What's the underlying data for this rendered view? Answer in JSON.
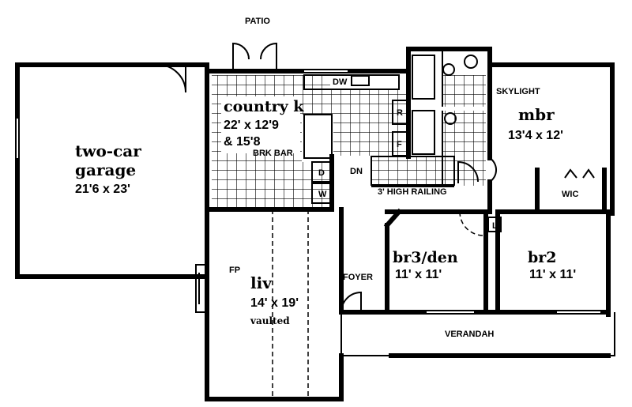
{
  "plan": {
    "patio": "PATIO",
    "garage": {
      "name_line1": "two-car",
      "name_line2": "garage",
      "size": "21'6 x 23'"
    },
    "kitchen": {
      "name": "country k",
      "size_line1": "22' x 12'9",
      "size_line2": "& 15'8",
      "bar": "BRK BAR",
      "dw": "DW",
      "ref": "R",
      "freezer": "F",
      "dryer": "D",
      "washer": "W"
    },
    "stairs": {
      "dn": "DN",
      "railing": "3' HIGH RAILING"
    },
    "skylight": "SKYLIGHT",
    "mbr": {
      "name": "mbr",
      "size": "13'4 x 12'",
      "wic": "WIC"
    },
    "br3": {
      "name": "br3/den",
      "size": "11' x 11'"
    },
    "br2": {
      "name": "br2",
      "size": "11' x 11'"
    },
    "linen": "L",
    "living": {
      "name": "liv",
      "size": "14' x 19'",
      "note": "vaulted",
      "fp": "FP"
    },
    "foyer": "FOYER",
    "verandah": "VERANDAH"
  }
}
